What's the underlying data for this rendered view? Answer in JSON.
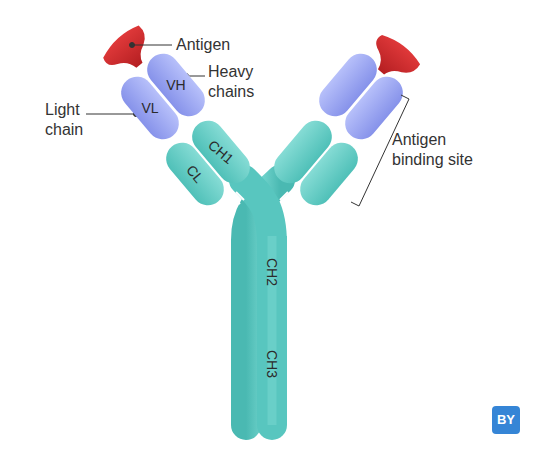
{
  "diagram": {
    "nodes": [
      {
        "text": [
          "VH"
        ]
      },
      {
        "text": [
          "VL"
        ]
      },
      {
        "text": [
          "CH1"
        ]
      },
      {
        "text": [
          "CL"
        ]
      },
      {
        "text": [
          "CH2",
          "CH3"
        ]
      }
    ],
    "labels": [
      "Antigen",
      "Heavy chains",
      "Light chain",
      "Antigen binding site",
      "BY"
    ]
  }
}
